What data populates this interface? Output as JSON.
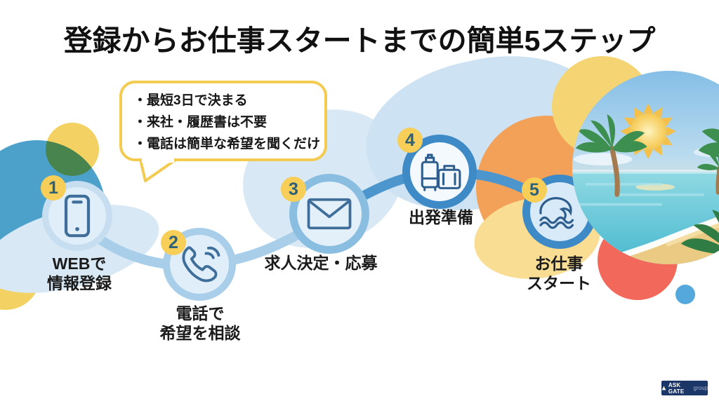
{
  "title": "登録からお仕事スタートまでの簡単5ステップ",
  "speech_bubble": {
    "lines": [
      "・最短3日で決まる",
      "・来社・履歴書は不要",
      "・電話は簡単な希望を聞くだけ"
    ]
  },
  "steps": [
    {
      "number": "1",
      "line1": "WEBで",
      "line2": "情報登録",
      "icon": "smartphone-icon"
    },
    {
      "number": "2",
      "line1": "電話で",
      "line2": "希望を相談",
      "icon": "phone-call-icon"
    },
    {
      "number": "3",
      "line1": "求人決定・応募",
      "line2": "",
      "icon": "envelope-icon"
    },
    {
      "number": "4",
      "line1": "出発準備",
      "line2": "",
      "icon": "luggage-icon"
    },
    {
      "number": "5",
      "line1": "お仕事",
      "line2": "スタート",
      "icon": "wave-icon"
    }
  ],
  "logo": {
    "brand": "ASK GATE",
    "suffix": "group"
  },
  "colors": {
    "badge_yellow": "#F6CE58",
    "ring_blue": "#3E8AC6",
    "connector_light": "#A8CEE9",
    "connector_dark": "#4C95CD",
    "teal_blob": "#4BA1C9",
    "orange_blob": "#F3A159",
    "salmon_blob": "#F2695C",
    "bubble_border": "#F3CB50",
    "logo_navy": "#1B3768"
  }
}
